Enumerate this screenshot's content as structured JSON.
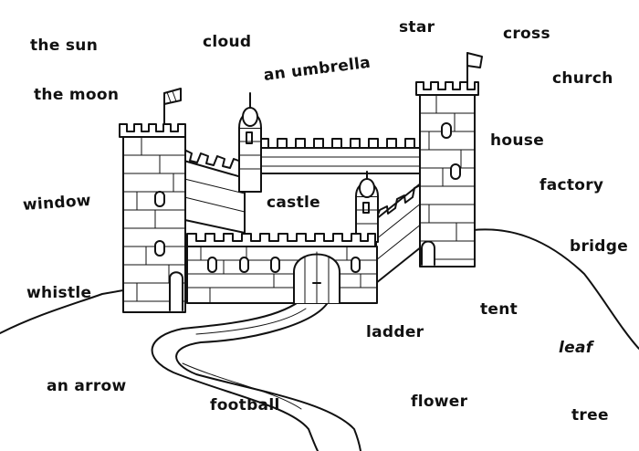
{
  "colors": {
    "ink": "#111111",
    "paper": "#ffffff",
    "stone": "#ffffff"
  },
  "words": {
    "the_sun": "the sun",
    "cloud": "cloud",
    "star": "star",
    "cross": "cross",
    "the_moon": "the moon",
    "an_umbrella": "an umbrella",
    "church": "church",
    "house": "house",
    "factory": "factory",
    "window": "window",
    "castle": "castle",
    "bridge": "bridge",
    "whistle": "whistle",
    "tent": "tent",
    "ladder": "ladder",
    "leaf": "leaf",
    "an_arrow": "an arrow",
    "football": "football",
    "flower": "flower",
    "tree": "tree"
  },
  "illustration": {
    "subject": "castle-drawing"
  }
}
